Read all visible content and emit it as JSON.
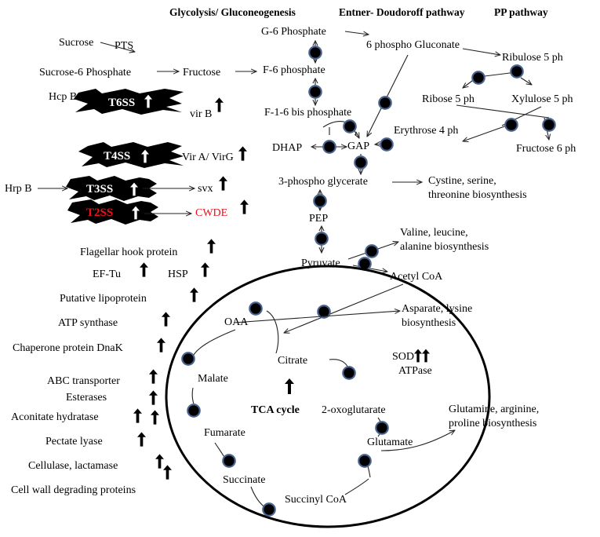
{
  "headers": {
    "glycolysis": "Glycolysis/ Gluconeogenesis",
    "entner": "Entner- Doudoroff pathway",
    "pp": "PP pathway"
  },
  "metabolites": {
    "g6p": "G-6 Phosphate",
    "pgluconate": "6 phospho Gluconate",
    "ribulose": "Ribulose 5  ph",
    "sucrose": "Sucrose",
    "pts": "PTS",
    "sucrose6p": "Sucrose-6 Phosphate",
    "fructose": "Fructose",
    "f6p": "F-6 phosphate",
    "ribose": "Ribose 5 ph",
    "xylulose": "Xylulose 5  ph",
    "f16bp": "F-1-6 bis phosphate",
    "erythrose": "Erythrose 4  ph",
    "dhap": "DHAP",
    "gap": "GAP",
    "fructose6ph": "Fructose 6  ph",
    "pg3": "3-phospho glycerate",
    "cys": "Cystine, serine,",
    "cys2": "threonine biosynthesis",
    "pep": "PEP",
    "val": "Valine, leucine,",
    "val2": "alanine biosynthesis",
    "pyruvate": "Pyruvate",
    "acetyl": "Acetyl CoA",
    "asp": "Asparate, lysine",
    "asp2": "biosynthesis",
    "oaa": "OAA",
    "citrate": "Citrate",
    "sod": "SOD",
    "atpase": "ATPase",
    "malate": "Malate",
    "tca": "TCA cycle",
    "oxo": "2-oxoglutarate",
    "fumarate": "Fumarate",
    "glutamate": "Glutamate",
    "glu": "Glutamine, arginine,",
    "glu2": "proline biosynthesis",
    "succinate": "Succinate",
    "succinyl": "Succinyl CoA"
  },
  "secretion": {
    "hcpb": "Hcp B",
    "t6ss": "T6SS",
    "virb": "vir B",
    "t4ss": "T4SS",
    "virag": "Vir A/ VirG",
    "hrpb": "Hrp B",
    "t3ss": "T3SS",
    "svx": "svx",
    "t2ss": "T2SS",
    "cwde": "CWDE"
  },
  "proteins": {
    "flagellar": "Flagellar hook protein",
    "eftu": "EF-Tu",
    "hsp": "HSP",
    "lipoprotein": "Putative lipoprotein",
    "atpsynthase": "ATP synthase",
    "chaperone": "Chaperone protein DnaK",
    "abc": "ABC transporter",
    "esterases": "Esterases",
    "aconitate": "Aconitate hydratase",
    "pectate": "Pectate lyase",
    "cellulase": "Cellulase, lactamase",
    "cellwall": "Cell wall degrading proteins"
  },
  "colors": {
    "t2ss_label": "#e8141c",
    "cwde_label": "#e8141c",
    "node_fill": "#000000",
    "node_ring": "#4a6590",
    "ss_shape": "#000000"
  }
}
